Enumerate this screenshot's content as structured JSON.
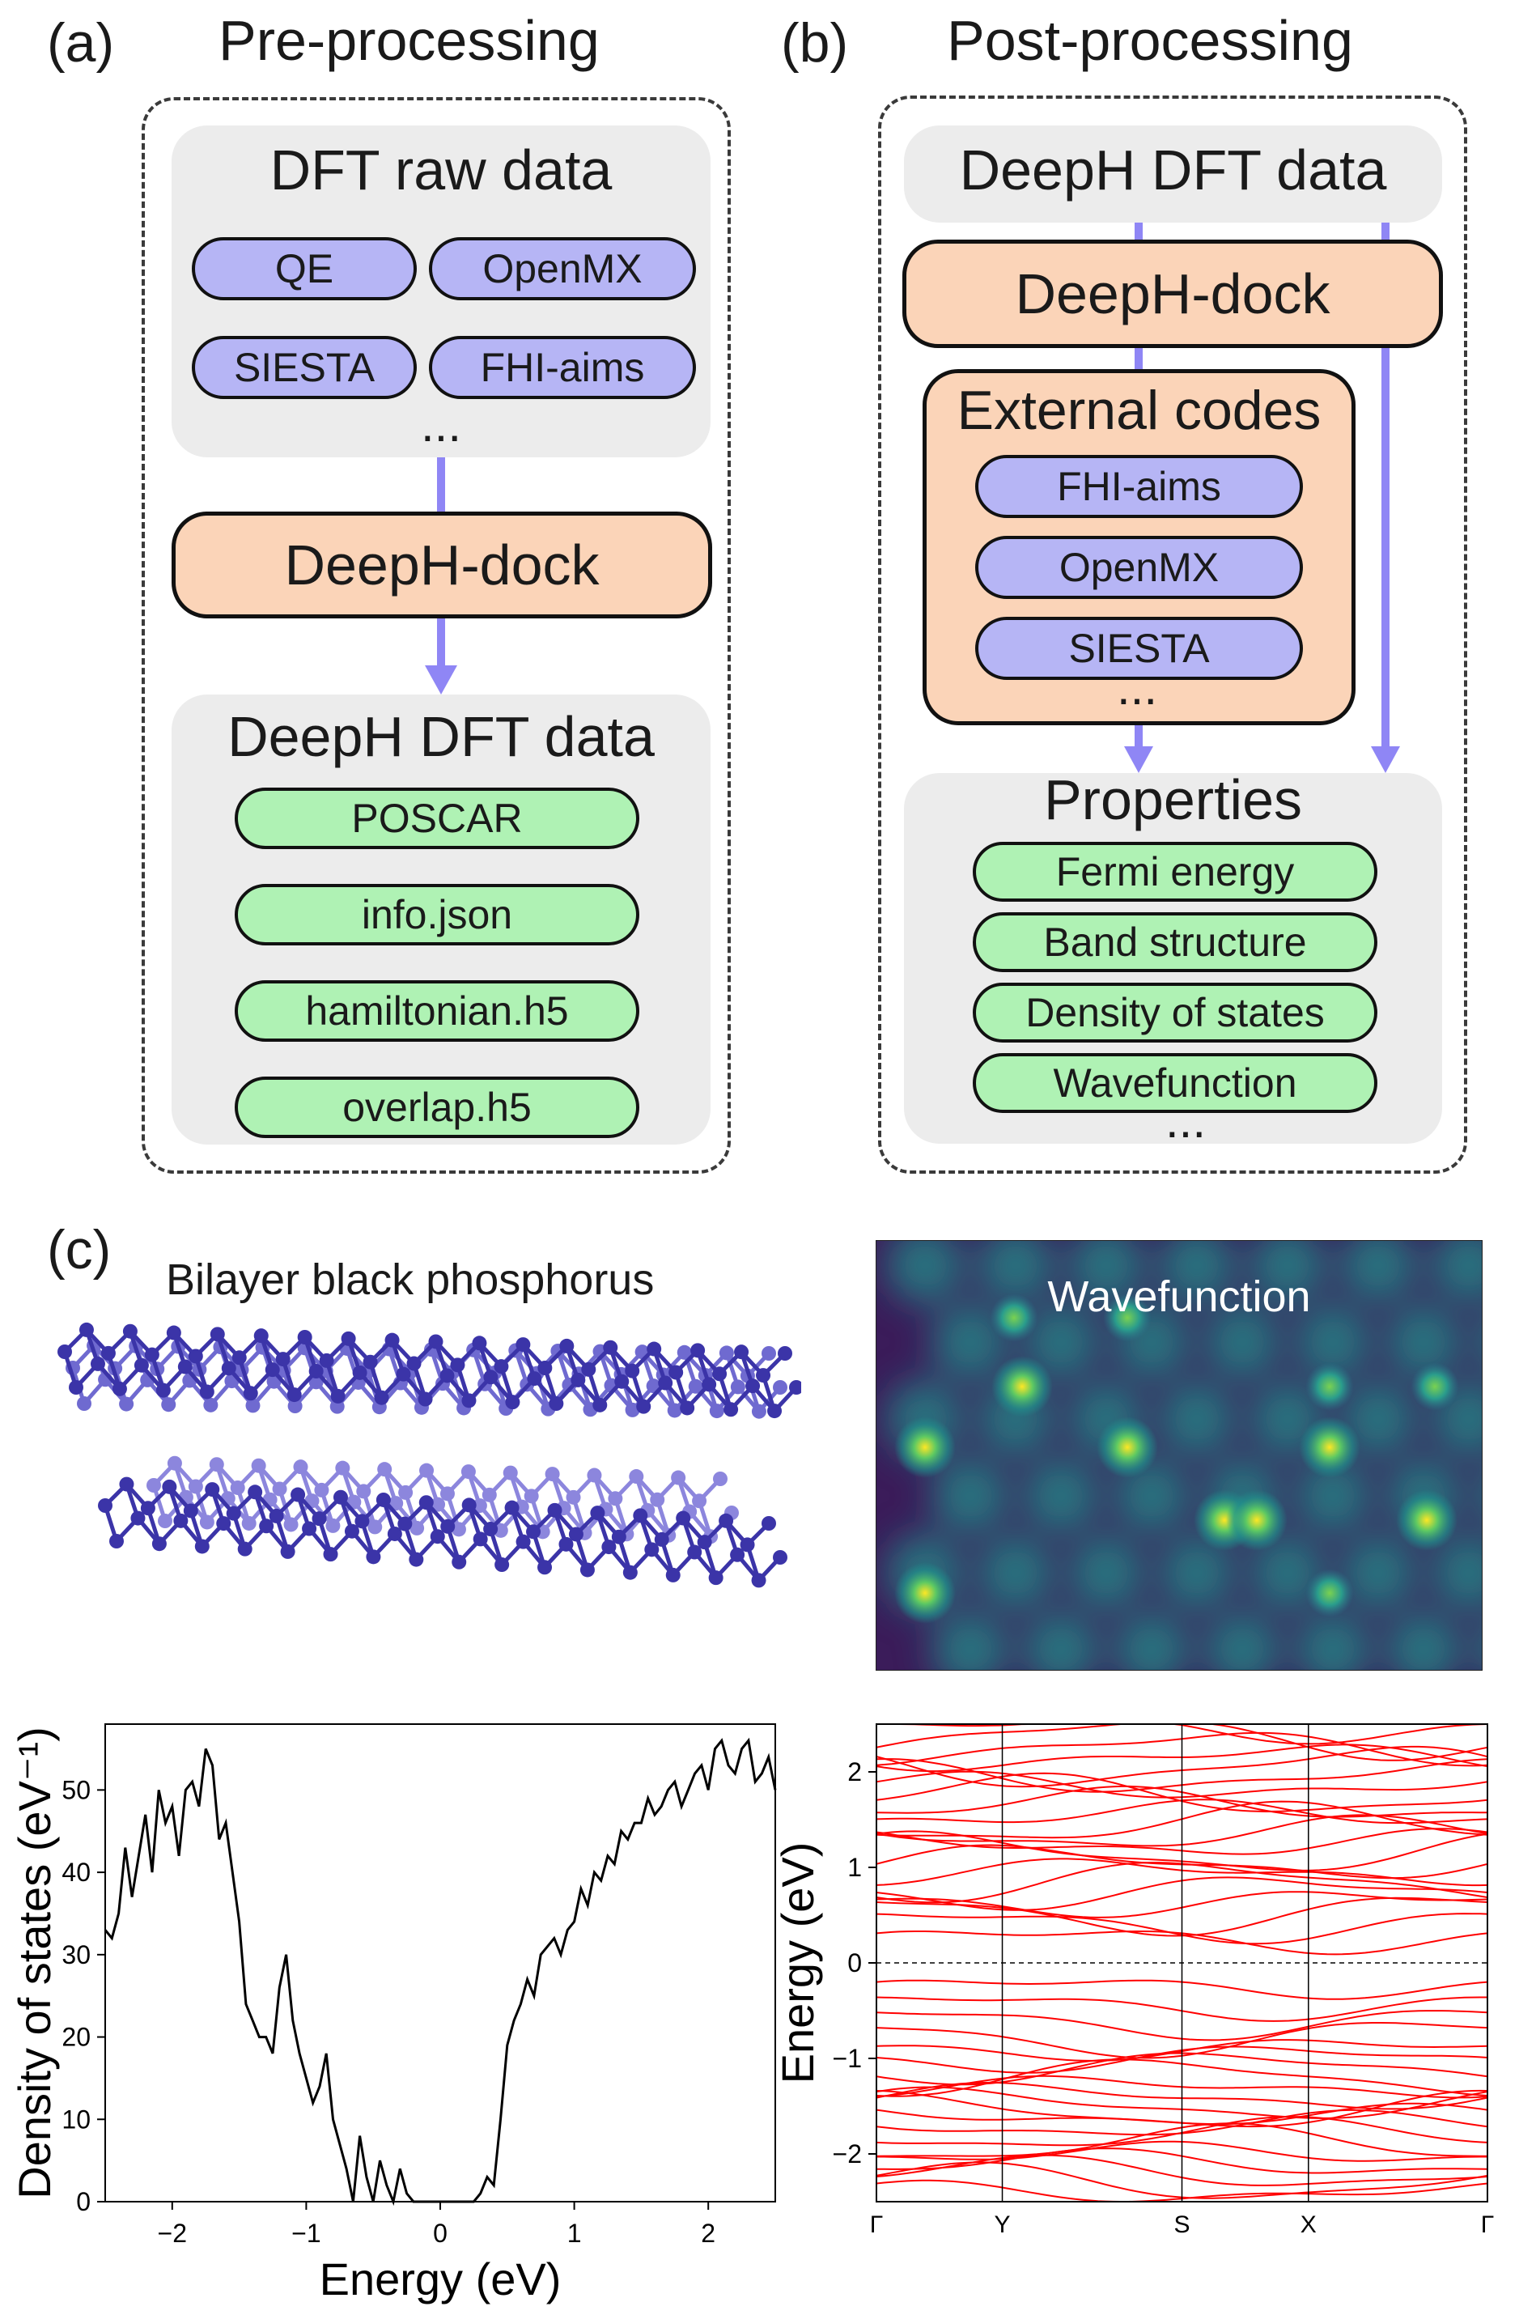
{
  "panel_a": {
    "label": "(a)",
    "title": "Pre-processing",
    "raw_box_title": "DFT raw data",
    "raw_codes": [
      "QE",
      "OpenMX",
      "SIESTA",
      "FHI-aims"
    ],
    "raw_more": "...",
    "dock": "DeepH-dock",
    "out_box_title": "DeepH DFT data",
    "out_files": [
      "POSCAR",
      "info.json",
      "hamiltonian.h5",
      "overlap.h5"
    ]
  },
  "panel_b": {
    "label": "(b)",
    "title": "Post-processing",
    "in_box_title": "DeepH DFT data",
    "dock": "DeepH-dock",
    "ext_title": "External codes",
    "ext_codes": [
      "FHI-aims",
      "OpenMX",
      "SIESTA"
    ],
    "ext_more": "...",
    "props_title": "Properties",
    "props": [
      "Fermi energy",
      "Band structure",
      "Density of states",
      "Wavefunction"
    ],
    "props_more": "..."
  },
  "panel_c": {
    "label": "(c)",
    "structure_title": "Bilayer black phosphorus",
    "wavefunction_title": "Wavefunction"
  },
  "colors": {
    "arrow": "#8f86f5",
    "blue_pill": "#b6b5f5",
    "green_pill": "#aff2b4",
    "dock": "#fbd4b8",
    "gray_box": "#ececec",
    "atom": "#3b34a8",
    "band": "#ff0000",
    "dos_line": "#000000"
  },
  "chart_data": [
    {
      "type": "line",
      "xlabel": "Energy (eV)",
      "ylabel": "Density of states (eV⁻¹)",
      "xlim": [
        -2.5,
        2.5
      ],
      "ylim": [
        0,
        58
      ],
      "xticks": [
        "−2",
        "−1",
        "0",
        "1",
        "2"
      ],
      "yticks": [
        "0",
        "10",
        "20",
        "30",
        "40",
        "50"
      ],
      "series": [
        {
          "x": [
            -2.5,
            -2.45,
            -2.4,
            -2.35,
            -2.3,
            -2.25,
            -2.2,
            -2.15,
            -2.1,
            -2.05,
            -2.0,
            -1.95,
            -1.9,
            -1.85,
            -1.8,
            -1.75,
            -1.7,
            -1.65,
            -1.6,
            -1.55,
            -1.5,
            -1.45,
            -1.4,
            -1.35,
            -1.3,
            -1.25,
            -1.2,
            -1.15,
            -1.1,
            -1.05,
            -1.0,
            -0.95,
            -0.9,
            -0.85,
            -0.8,
            -0.75,
            -0.7,
            -0.65,
            -0.6,
            -0.55,
            -0.5,
            -0.45,
            -0.4,
            -0.35,
            -0.3,
            -0.25,
            -0.2,
            -0.15,
            -0.1,
            -0.05,
            0.0,
            0.05,
            0.1,
            0.15,
            0.2,
            0.25,
            0.3,
            0.35,
            0.4,
            0.45,
            0.5,
            0.55,
            0.6,
            0.65,
            0.7,
            0.75,
            0.8,
            0.85,
            0.9,
            0.95,
            1.0,
            1.05,
            1.1,
            1.15,
            1.2,
            1.25,
            1.3,
            1.35,
            1.4,
            1.45,
            1.5,
            1.55,
            1.6,
            1.65,
            1.7,
            1.75,
            1.8,
            1.85,
            1.9,
            1.95,
            2.0,
            2.05,
            2.1,
            2.15,
            2.2,
            2.25,
            2.3,
            2.35,
            2.4,
            2.45,
            2.5
          ],
          "y": [
            33,
            32,
            35,
            43,
            37,
            42,
            47,
            40,
            50,
            46,
            48,
            42,
            50,
            51,
            48,
            55,
            53,
            44,
            46,
            40,
            34,
            24,
            22,
            20,
            20,
            18,
            26,
            30,
            22,
            18,
            15,
            12,
            14,
            18,
            10,
            7,
            4,
            0,
            8,
            3,
            0,
            5,
            2,
            0,
            4,
            1,
            0,
            0,
            0,
            0,
            0,
            0,
            0,
            0,
            0,
            0,
            1,
            3,
            2,
            10,
            19,
            22,
            24,
            27,
            25,
            30,
            31,
            32,
            30,
            33,
            34,
            38,
            36,
            40,
            39,
            42,
            41,
            45,
            44,
            46,
            46,
            49,
            47,
            48,
            50,
            51,
            48,
            50,
            52,
            53,
            50,
            55,
            56,
            53,
            52,
            55,
            56,
            51,
            52,
            54,
            50
          ]
        }
      ]
    },
    {
      "type": "line",
      "ylabel": "Energy (eV)",
      "ylim": [
        -2.5,
        2.5
      ],
      "yticks": [
        "−2",
        "−1",
        "0",
        "1",
        "2"
      ],
      "kpath": [
        "Γ",
        "Y",
        "S",
        "X",
        "Γ"
      ],
      "kpath_positions": [
        0,
        0.206,
        0.5,
        0.707,
        1.0
      ],
      "fermi_level": 0,
      "valence_top": [
        -0.25,
        -0.45,
        -0.62,
        -0.78,
        -0.9,
        -1.0,
        -1.1,
        -1.2,
        -1.3,
        -1.4,
        -1.48,
        -1.55,
        -1.6,
        -1.7,
        -1.8,
        -1.9,
        -2.0,
        -2.1,
        -2.2,
        -2.3,
        -2.4
      ],
      "conduction_bottom": [
        0.25,
        0.4,
        0.52,
        0.63,
        0.74,
        0.85,
        0.95,
        1.05,
        1.15,
        1.25,
        1.35,
        1.45,
        1.55,
        1.65,
        1.75,
        1.85,
        1.95,
        2.05,
        2.15,
        2.25,
        2.35,
        2.45
      ]
    }
  ]
}
